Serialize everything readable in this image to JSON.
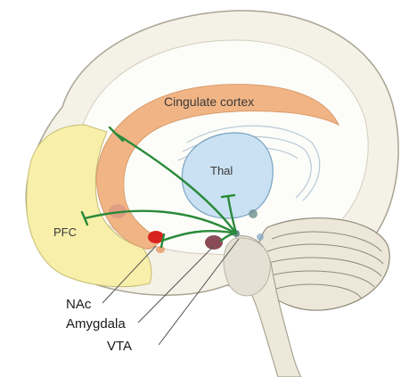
{
  "regions": {
    "cingulate": "Cingulate cortex",
    "thalamus": "Thal",
    "pfc": "PFC"
  },
  "callouts": {
    "nac": "NAc",
    "amygdala": "Amygdala",
    "vta": "VTA"
  },
  "colors": {
    "brain_fill": "#f4f1e6",
    "cortex_rim": "#e6e1d1",
    "cingulate": "#f1b585",
    "pfc": "#f8efaa",
    "thalamus": "#c9e1f2",
    "pathway": "#2a8a3a",
    "nac": "#d8221e",
    "amygdala": "#8a4b56",
    "vta": "#6e8f8f"
  },
  "icons": {
    "pathway_terminal": "t-bar-terminal"
  }
}
